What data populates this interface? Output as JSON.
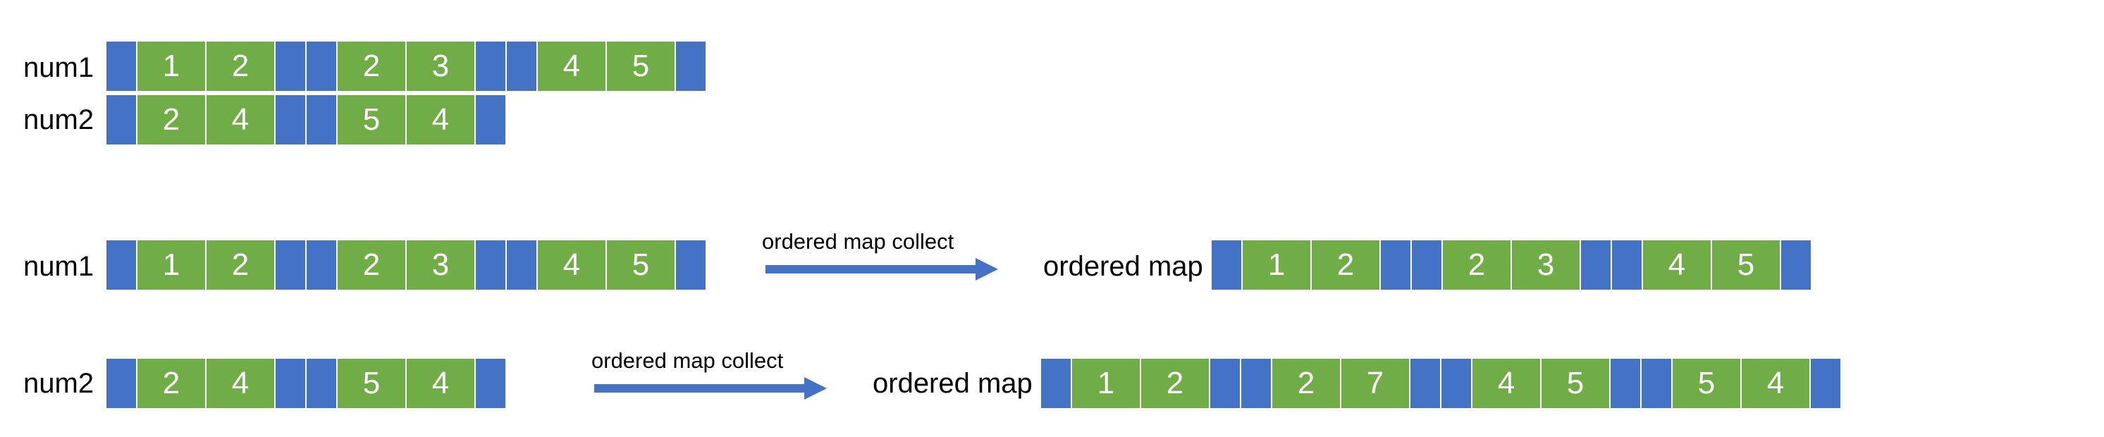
{
  "colors": {
    "blue": "#4472c4",
    "green": "#70ad47",
    "text": "#000000"
  },
  "row1": {
    "label": "num1",
    "cells": [
      {
        "color": "blue",
        "text": ""
      },
      {
        "color": "green",
        "text": "1"
      },
      {
        "color": "green",
        "text": "2"
      },
      {
        "color": "blue",
        "text": ""
      },
      {
        "color": "blue",
        "text": ""
      },
      {
        "color": "green",
        "text": "2"
      },
      {
        "color": "green",
        "text": "3"
      },
      {
        "color": "blue",
        "text": ""
      },
      {
        "color": "blue",
        "text": ""
      },
      {
        "color": "green",
        "text": "4"
      },
      {
        "color": "green",
        "text": "5"
      },
      {
        "color": "blue",
        "text": ""
      }
    ]
  },
  "row2": {
    "label": "num2",
    "cells": [
      {
        "color": "blue",
        "text": ""
      },
      {
        "color": "green",
        "text": "2"
      },
      {
        "color": "green",
        "text": "4"
      },
      {
        "color": "blue",
        "text": ""
      },
      {
        "color": "blue",
        "text": ""
      },
      {
        "color": "green",
        "text": "5"
      },
      {
        "color": "green",
        "text": "4"
      },
      {
        "color": "blue",
        "text": ""
      }
    ]
  },
  "row3": {
    "label": "num1",
    "cells": [
      {
        "color": "blue",
        "text": ""
      },
      {
        "color": "green",
        "text": "1"
      },
      {
        "color": "green",
        "text": "2"
      },
      {
        "color": "blue",
        "text": ""
      },
      {
        "color": "blue",
        "text": ""
      },
      {
        "color": "green",
        "text": "2"
      },
      {
        "color": "green",
        "text": "3"
      },
      {
        "color": "blue",
        "text": ""
      },
      {
        "color": "blue",
        "text": ""
      },
      {
        "color": "green",
        "text": "4"
      },
      {
        "color": "green",
        "text": "5"
      },
      {
        "color": "blue",
        "text": ""
      }
    ],
    "arrow_caption": "ordered map collect",
    "result_label": "ordered map",
    "result_cells": [
      {
        "color": "blue",
        "text": ""
      },
      {
        "color": "green",
        "text": "1"
      },
      {
        "color": "green",
        "text": "2"
      },
      {
        "color": "blue",
        "text": ""
      },
      {
        "color": "blue",
        "text": ""
      },
      {
        "color": "green",
        "text": "2"
      },
      {
        "color": "green",
        "text": "3"
      },
      {
        "color": "blue",
        "text": ""
      },
      {
        "color": "blue",
        "text": ""
      },
      {
        "color": "green",
        "text": "4"
      },
      {
        "color": "green",
        "text": "5"
      },
      {
        "color": "blue",
        "text": ""
      }
    ]
  },
  "row4": {
    "label": "num2",
    "cells": [
      {
        "color": "blue",
        "text": ""
      },
      {
        "color": "green",
        "text": "2"
      },
      {
        "color": "green",
        "text": "4"
      },
      {
        "color": "blue",
        "text": ""
      },
      {
        "color": "blue",
        "text": ""
      },
      {
        "color": "green",
        "text": "5"
      },
      {
        "color": "green",
        "text": "4"
      },
      {
        "color": "blue",
        "text": ""
      }
    ],
    "arrow_caption": "ordered map collect",
    "result_label": "ordered map",
    "result_cells": [
      {
        "color": "blue",
        "text": ""
      },
      {
        "color": "green",
        "text": "1"
      },
      {
        "color": "green",
        "text": "2"
      },
      {
        "color": "blue",
        "text": ""
      },
      {
        "color": "blue",
        "text": ""
      },
      {
        "color": "green",
        "text": "2"
      },
      {
        "color": "green",
        "text": "7"
      },
      {
        "color": "blue",
        "text": ""
      },
      {
        "color": "blue",
        "text": ""
      },
      {
        "color": "green",
        "text": "4"
      },
      {
        "color": "green",
        "text": "5"
      },
      {
        "color": "blue",
        "text": ""
      },
      {
        "color": "blue",
        "text": ""
      },
      {
        "color": "green",
        "text": "5"
      },
      {
        "color": "green",
        "text": "4"
      },
      {
        "color": "blue",
        "text": ""
      }
    ]
  }
}
